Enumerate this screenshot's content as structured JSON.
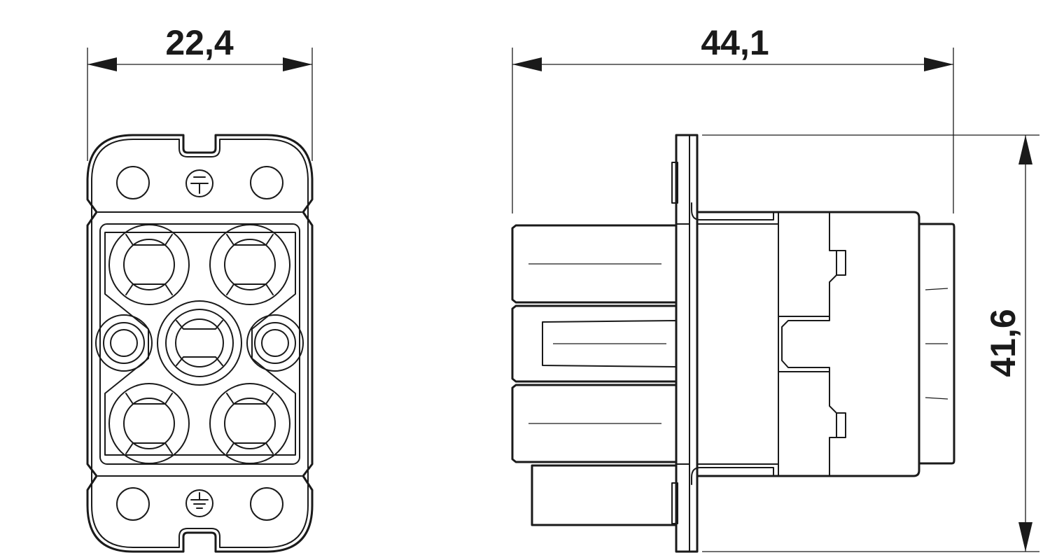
{
  "dimensions": {
    "front_width": "22,4",
    "side_length": "44,1",
    "side_height": "41,6"
  },
  "symbols": {
    "top": "protective-earth-icon",
    "bottom": "ground-icon"
  },
  "colors": {
    "line": "#1a1a1a",
    "background": "#ffffff"
  }
}
